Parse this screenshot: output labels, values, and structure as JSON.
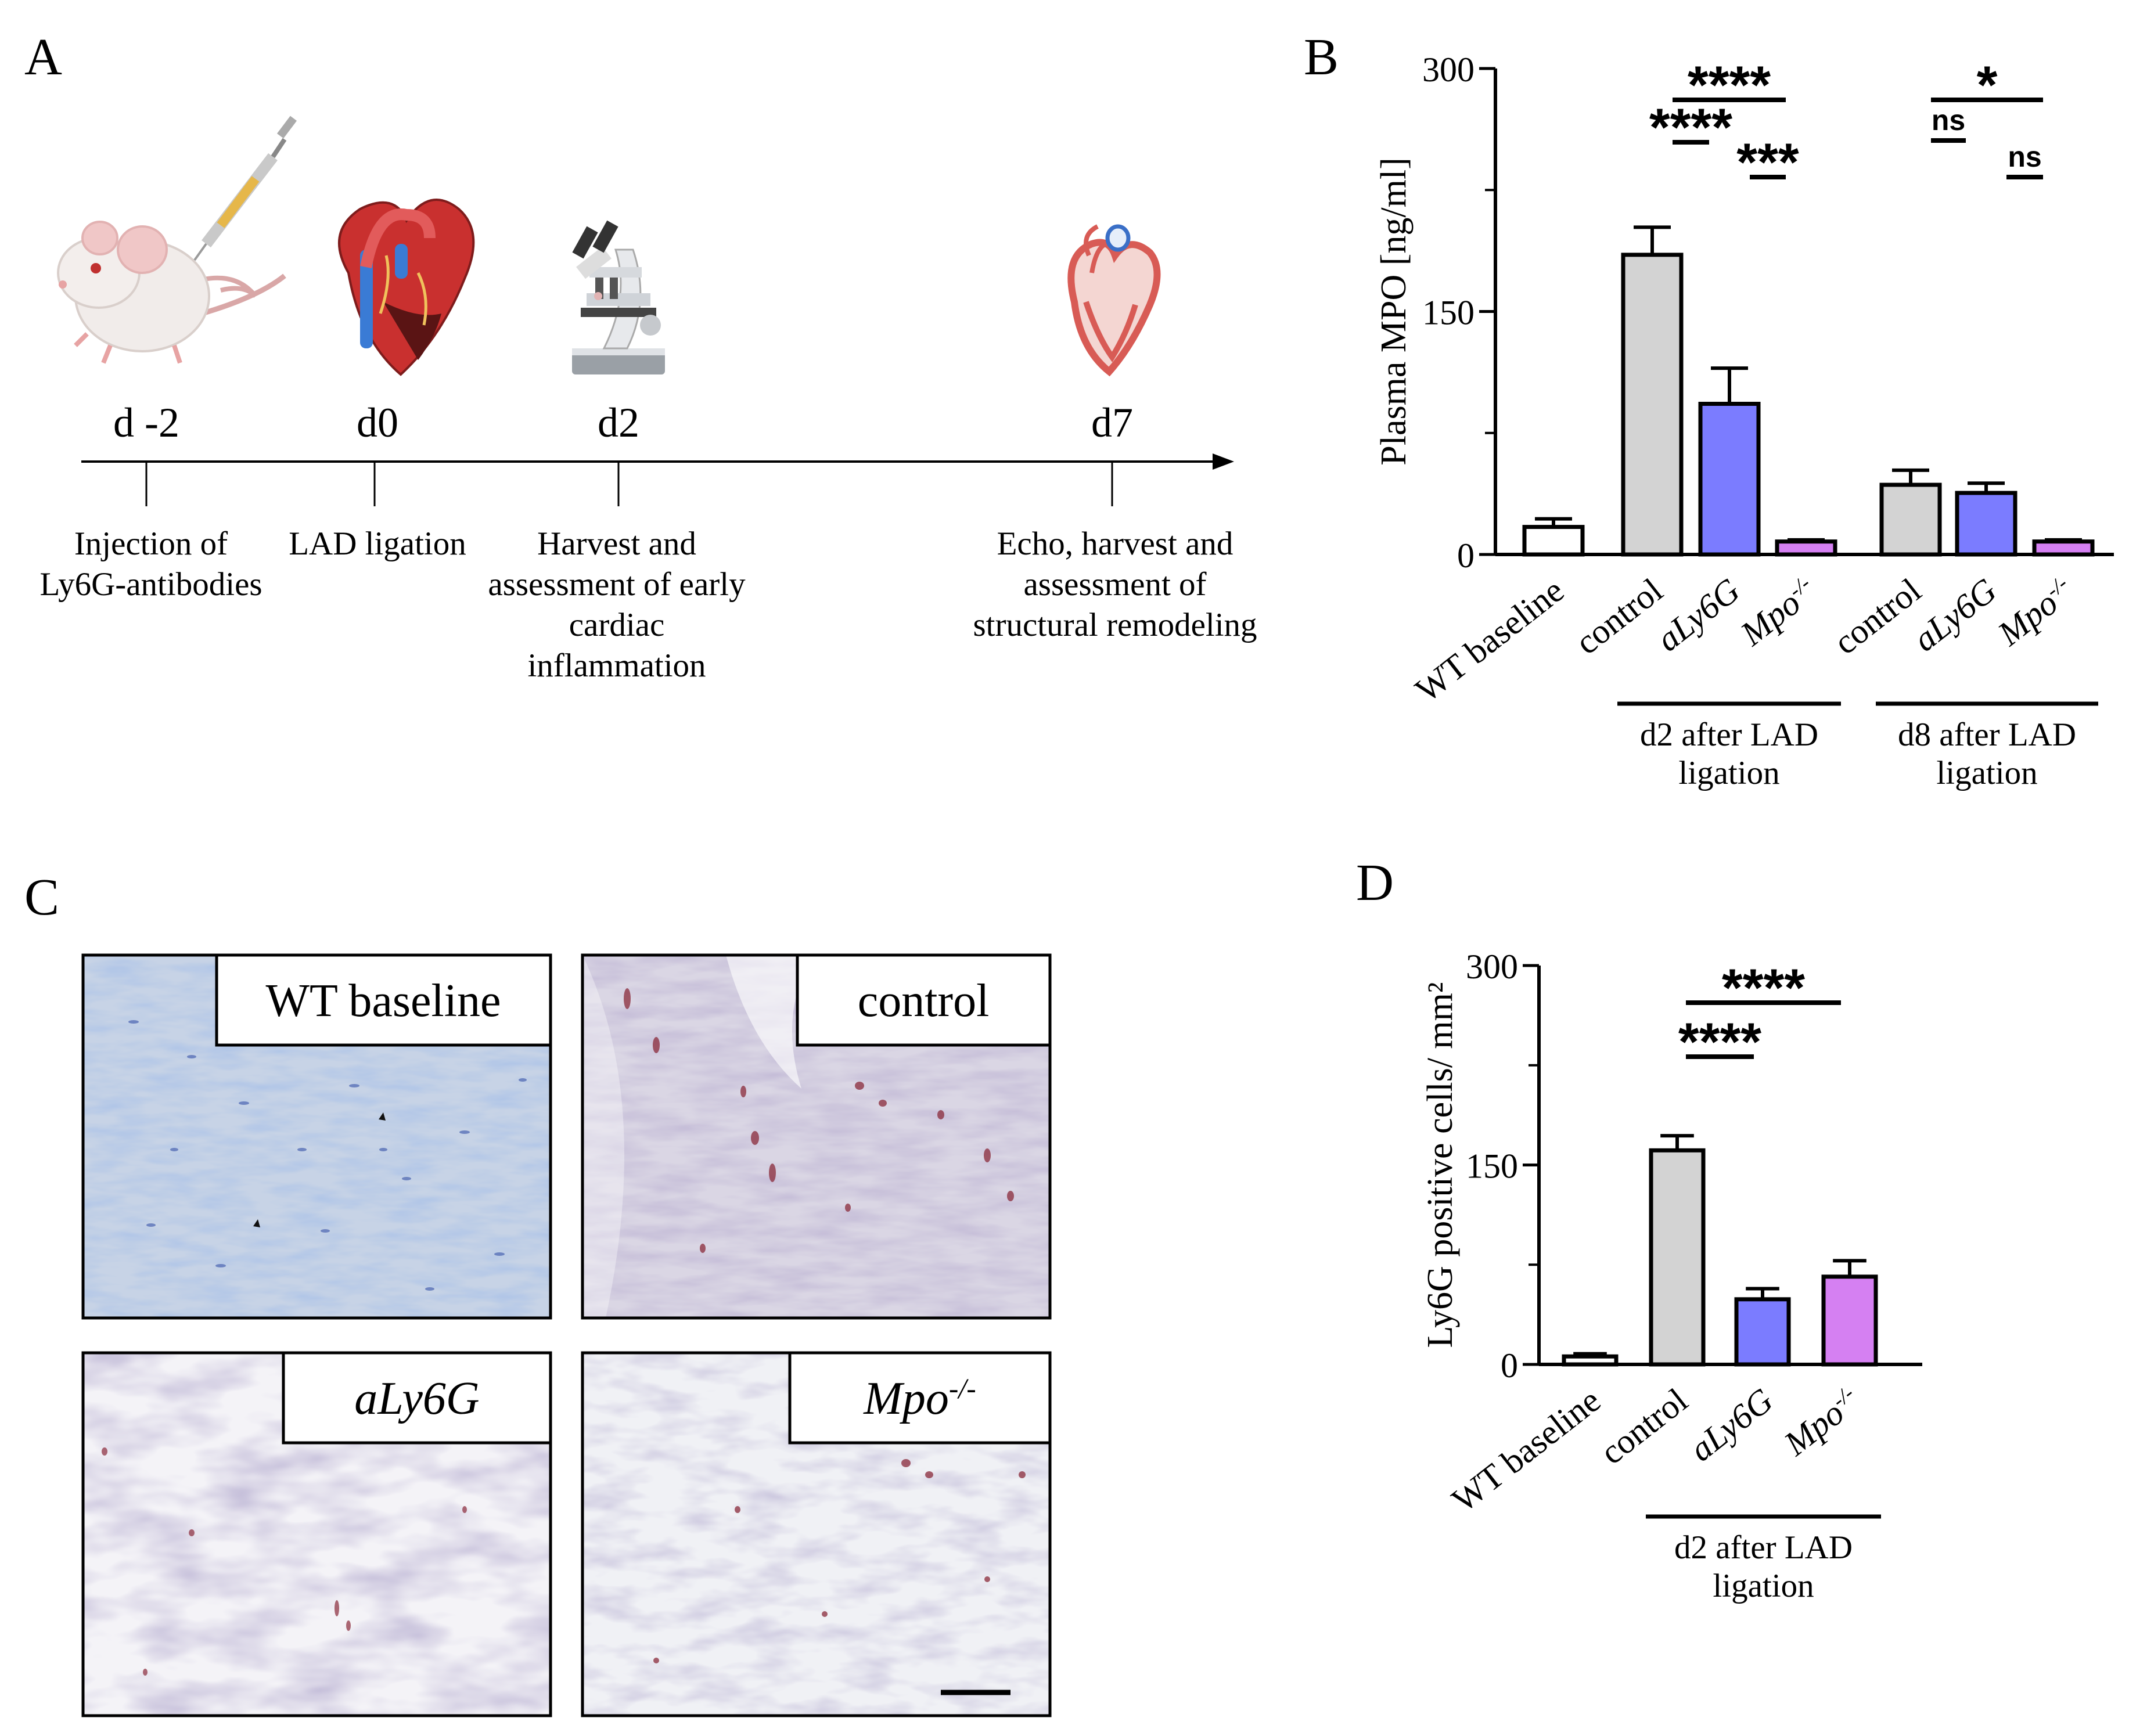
{
  "panels": {
    "a": "A",
    "b": "B",
    "c": "C",
    "d": "D"
  },
  "timeline": {
    "days": [
      "d -2",
      "d0",
      "d2",
      "d7"
    ],
    "events": [
      [
        "Injection of",
        "Ly6G-antibodies"
      ],
      [
        "LAD ligation"
      ],
      [
        "Harvest and",
        "assessment of early",
        "cardiac",
        "inflammation"
      ],
      [
        "Echo, harvest and",
        "assessment of",
        "structural remodeling"
      ]
    ],
    "icons": [
      "mouse-syringe-icon",
      "heart-icon",
      "microscope-icon",
      "heart-outline-icon"
    ]
  },
  "chart_data": [
    {
      "type": "bar",
      "ylabel": "Plasma MPO [ng/ml]",
      "ylim": [
        0,
        300
      ],
      "yticks": [
        0,
        150,
        300
      ],
      "categories": [
        "WT baseline",
        "control",
        "aLy6G",
        "Mpo-/-",
        "control",
        "aLy6G",
        "Mpo-/-"
      ],
      "category_display": [
        {
          "base": "WT baseline",
          "sup": "",
          "italic": false
        },
        {
          "base": "control",
          "sup": "",
          "italic": false
        },
        {
          "base": "aLy6G",
          "sup": "",
          "italic": true
        },
        {
          "base": "Mpo",
          "sup": "-/-",
          "italic": true
        },
        {
          "base": "control",
          "sup": "",
          "italic": false
        },
        {
          "base": "aLy6G",
          "sup": "",
          "italic": true
        },
        {
          "base": "Mpo",
          "sup": "-/-",
          "italic": true
        }
      ],
      "values": [
        17,
        185,
        93,
        8,
        43,
        38,
        8
      ],
      "errors": [
        5,
        17,
        22,
        1,
        9,
        6,
        1
      ],
      "colors": [
        "#ffffff",
        "#d3d3d3",
        "#7b7cff",
        "#d580f2",
        "#d3d3d3",
        "#7b7cff",
        "#d580f2"
      ],
      "groups": [
        {
          "label": [
            "d2 after LAD",
            "ligation"
          ],
          "from": 1,
          "to": 3
        },
        {
          "label": [
            "d8 after LAD",
            "ligation"
          ],
          "from": 4,
          "to": 6
        }
      ],
      "significance": [
        {
          "from": 1,
          "to": 3,
          "label": "****"
        },
        {
          "from": 1,
          "to": 2,
          "label": "****"
        },
        {
          "from": 2,
          "to": 3,
          "label": "***"
        },
        {
          "from": 4,
          "to": 6,
          "label": "*"
        },
        {
          "from": 4,
          "to": 5,
          "label": "ns"
        },
        {
          "from": 5,
          "to": 6,
          "label": "ns"
        }
      ]
    },
    {
      "type": "bar",
      "ylabel": "Ly6G positive cells/ mm²",
      "ylim": [
        0,
        300
      ],
      "yticks": [
        0,
        150,
        300
      ],
      "categories": [
        "WT baseline",
        "control",
        "aLy6G",
        "Mpo-/-"
      ],
      "category_display": [
        {
          "base": "WT baseline",
          "sup": "",
          "italic": false
        },
        {
          "base": "control",
          "sup": "",
          "italic": false
        },
        {
          "base": "aLy6G",
          "sup": "",
          "italic": true
        },
        {
          "base": "Mpo",
          "sup": "-/-",
          "italic": true
        }
      ],
      "values": [
        6,
        161,
        49,
        66
      ],
      "errors": [
        2,
        11,
        8,
        12
      ],
      "colors": [
        "#ffffff",
        "#d3d3d3",
        "#7b7cff",
        "#d580f2"
      ],
      "groups": [
        {
          "label": [
            "d2 after LAD",
            "ligation"
          ],
          "from": 1,
          "to": 3
        }
      ],
      "significance": [
        {
          "from": 1,
          "to": 3,
          "label": "****"
        },
        {
          "from": 1,
          "to": 2,
          "label": "****"
        }
      ]
    }
  ],
  "micrographs": [
    {
      "label": "WT baseline",
      "sup": "",
      "italic": false,
      "stain": "blue"
    },
    {
      "label": "control",
      "sup": "",
      "italic": false,
      "stain": "red"
    },
    {
      "label": "aLy6G",
      "sup": "",
      "italic": true,
      "stain": "red"
    },
    {
      "label": "Mpo",
      "sup": "-/-",
      "italic": true,
      "stain": "red"
    }
  ],
  "colors": {
    "gray": "#d3d3d3",
    "blue": "#7b7cff",
    "violet": "#d580f2",
    "tissue_blue": "#aabcd8",
    "tissue_purple": "#b7b1cc",
    "stain_red": "#8a2a3a"
  }
}
